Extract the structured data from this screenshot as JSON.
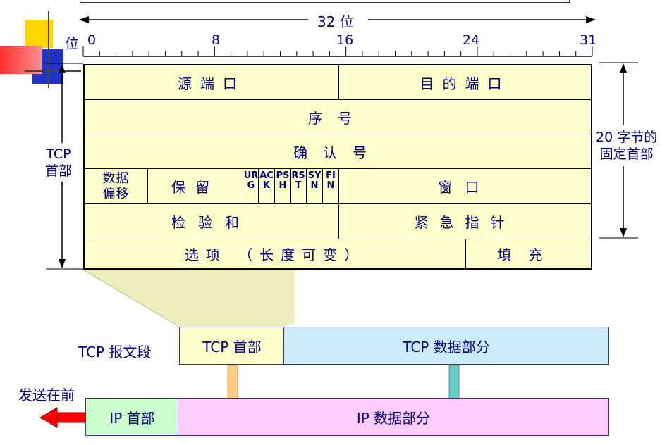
{
  "header_width": "32 位",
  "bit_label": "位",
  "bit_ticks": [
    "0",
    "8",
    "16",
    "24",
    "31"
  ],
  "tcp_header_label": "TCP\n首部",
  "fixed_header_label": "20 字节的\n固定首部",
  "fields": {
    "src_port": "源端口",
    "dst_port": "目的端口",
    "seq": "序号",
    "ack": "确认号",
    "data_offset": "数据\n偏移",
    "reserved": "保留",
    "flags": [
      "URG",
      "ACK",
      "PSH",
      "RST",
      "SYN",
      "FIN"
    ],
    "window": "窗口",
    "checksum": "检验和",
    "urgent_ptr": "紧急指针",
    "options": "选项 （长度可变）",
    "padding": "填充"
  },
  "segment_label": "TCP 报文段",
  "segment": {
    "header": "TCP 首部",
    "data": "TCP 数据部分"
  },
  "send_first": "发送在前",
  "ip_packet": {
    "header": "IP 首部",
    "data": "IP 数据部分"
  },
  "colors": {
    "header_fill": "#ffffcc",
    "text": "#000080",
    "tcp_data_fill": "#ccecfc",
    "ip_header_fill": "#ccffcc",
    "ip_data_fill": "#ffccff",
    "arrow_red": "#ff0000",
    "arrow_orange": "#ffcc80",
    "arrow_teal": "#66cccc"
  }
}
